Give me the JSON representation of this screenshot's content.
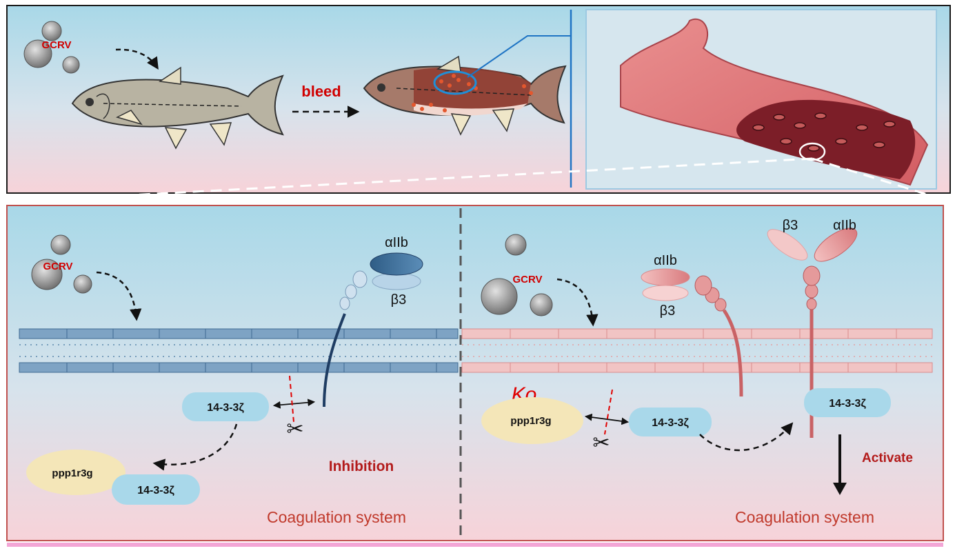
{
  "top_panel": {
    "virus_label": "GCRV",
    "arrow_label": "bleed"
  },
  "left_panel": {
    "virus_label": "GCRV",
    "integrin_alpha": "αIIb",
    "integrin_beta": "β3",
    "protein_1433_free": "14-3-3ζ",
    "protein_1433_bound": "14-3-3ζ",
    "ppp_label": "ppp1r3g",
    "effect_label": "Inhibition",
    "system_label": "Coagulation system"
  },
  "right_panel": {
    "virus_label": "GCRV",
    "ko_label": "Ko",
    "ppp_label": "ppp1r3g",
    "protein_1433_free": "14-3-3ζ",
    "protein_1433_bound": "14-3-3ζ",
    "integrin_inactive_alpha": "αIIb",
    "integrin_inactive_beta": "β3",
    "integrin_active_beta": "β3",
    "integrin_active_alpha": "αIIb",
    "effect_label": "Activate",
    "system_label": "Coagulation system"
  },
  "colors": {
    "panel_border_top": "#1a1a1a",
    "panel_border_bottom": "#c0504d",
    "membrane_left": "#5b88ad",
    "membrane_right": "#e8a6a6",
    "protein_blue": "#a9d8ea",
    "ppp_yellow": "#f4e6b8",
    "label_red": "#c00000",
    "text_red": "#c0392b"
  }
}
